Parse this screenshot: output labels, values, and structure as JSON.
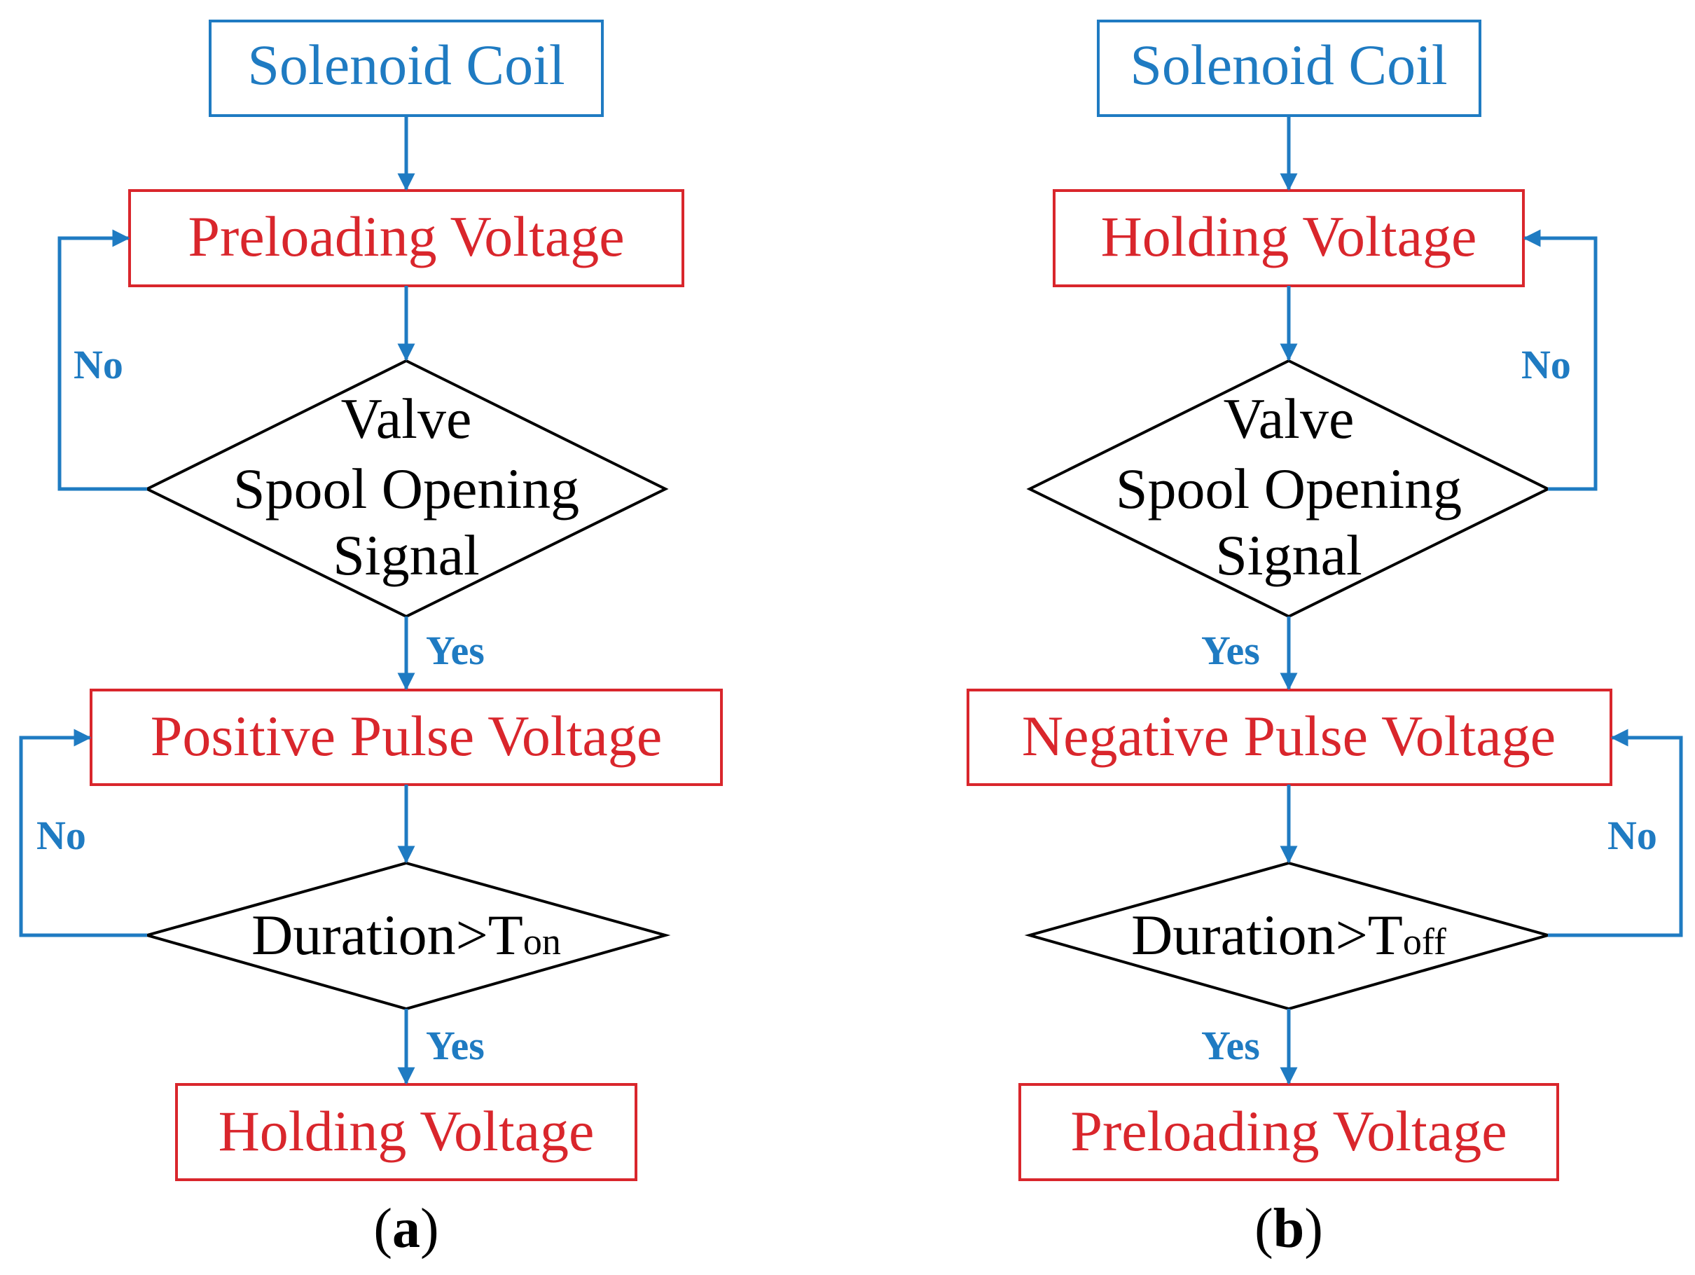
{
  "colors": {
    "flow": "#1f7bc2",
    "process": "#d9262c",
    "decision": "#000000"
  },
  "panel_a": {
    "start": "Solenoid Coil",
    "step1": "Preloading Voltage",
    "decision1": [
      "Valve",
      "Spool Opening",
      "Signal"
    ],
    "step2": "Positive Pulse Voltage",
    "decision2_main": "Duration>T",
    "decision2_sub": "on",
    "step3": "Holding Voltage",
    "no1": "No",
    "yes1": "Yes",
    "no2": "No",
    "yes2": "Yes",
    "caption_open": "(",
    "caption_letter": "a",
    "caption_close": ")"
  },
  "panel_b": {
    "start": "Solenoid Coil",
    "step1": "Holding Voltage",
    "decision1": [
      "Valve",
      "Spool Opening",
      "Signal"
    ],
    "step2": "Negative Pulse Voltage",
    "decision2_main": "Duration>T",
    "decision2_sub": "off",
    "step3": "Preloading Voltage",
    "no1": "No",
    "yes1": "Yes",
    "no2": "No",
    "yes2": "Yes",
    "caption_open": "(",
    "caption_letter": "b",
    "caption_close": ")"
  }
}
